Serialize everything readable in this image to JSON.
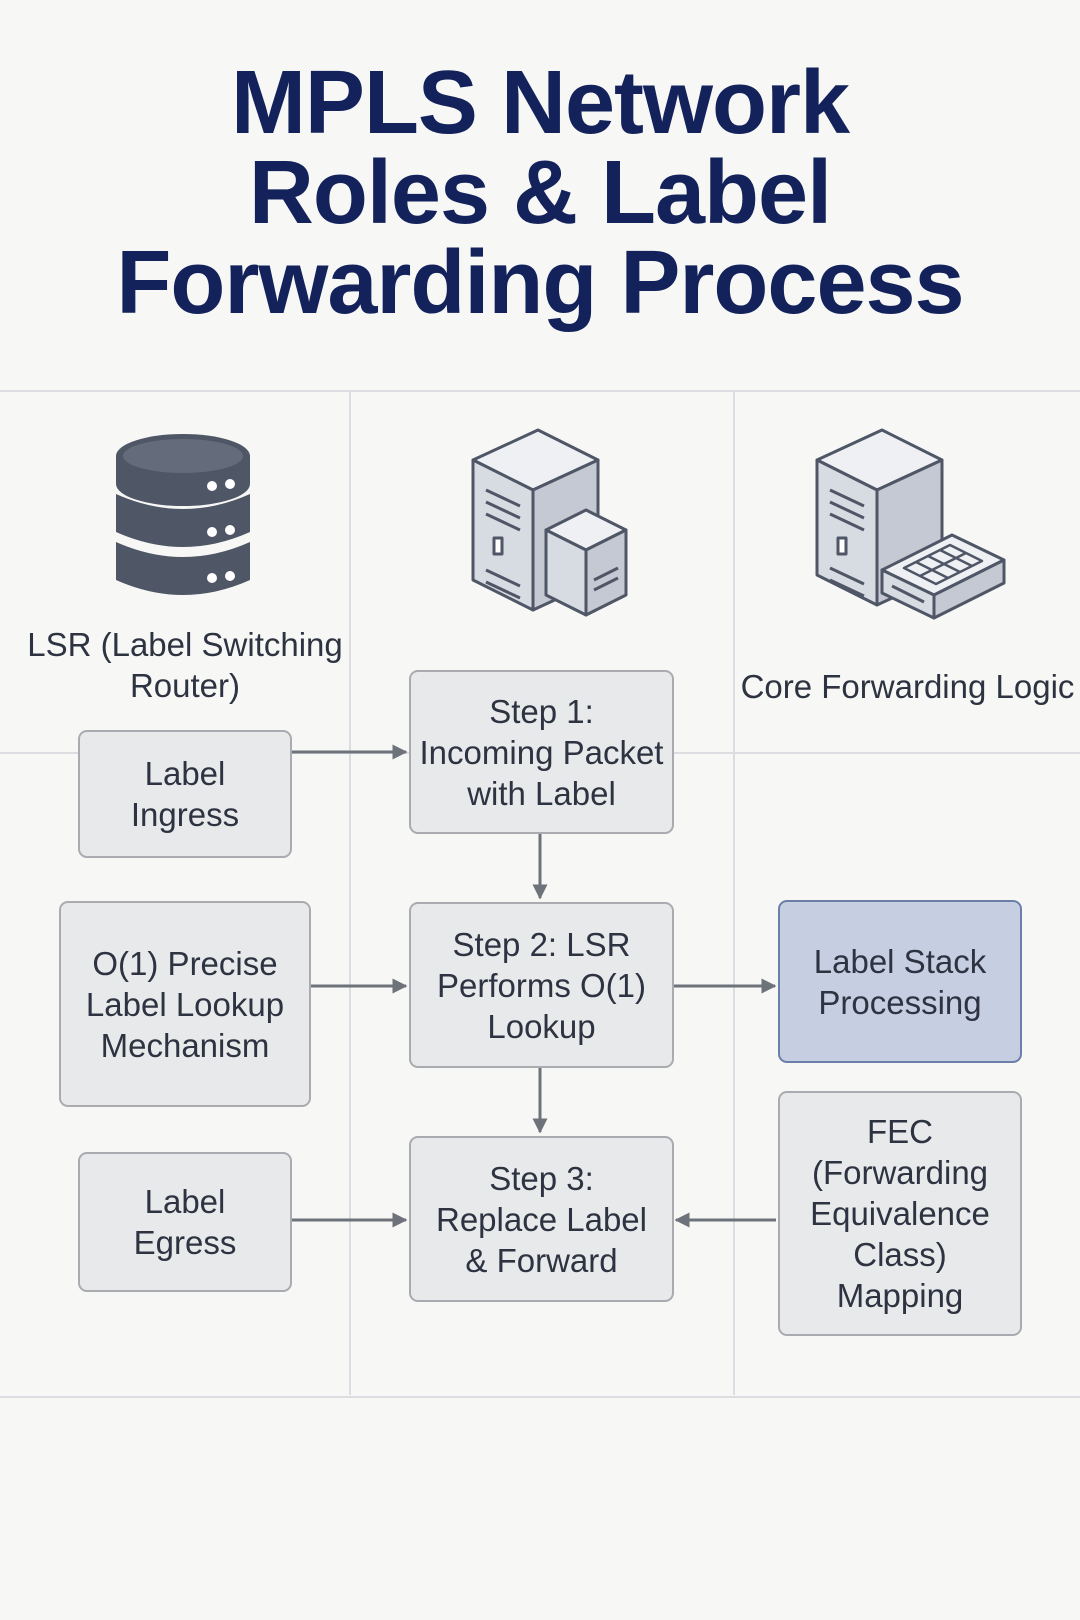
{
  "title": {
    "line1": "MPLS Network",
    "line2": "Roles & Label",
    "line3": "Forwarding Process"
  },
  "columns": {
    "left": {
      "icon": "database-icon",
      "label": "LSR (Label Switching Router)"
    },
    "middle": {
      "icon": "server-tower-icon"
    },
    "right": {
      "icon": "server-switch-icon",
      "label": "Core Forwarding Logic"
    }
  },
  "nodes": {
    "label_ingress": "Label Ingress",
    "lookup_mechanism": "O(1) Precise Label Lookup Mechanism",
    "label_egress": "Label Egress",
    "step1": "Step 1: Incoming Packet with Label",
    "step2": "Step 2: LSR Performs O(1) Lookup",
    "step3": "Step 3: Replace Label & Forward",
    "label_stack": "Label Stack Processing",
    "fec_mapping": "FEC (Forwarding Equivalence Class) Mapping"
  },
  "colors": {
    "title": "#13225a",
    "box_fill": "#e8e9eb",
    "box_border": "#a9abb0",
    "highlight_fill": "#c6cfe2",
    "highlight_border": "#6b7fa8",
    "arrow": "#6e737b",
    "icon_dark": "#4f5666"
  }
}
